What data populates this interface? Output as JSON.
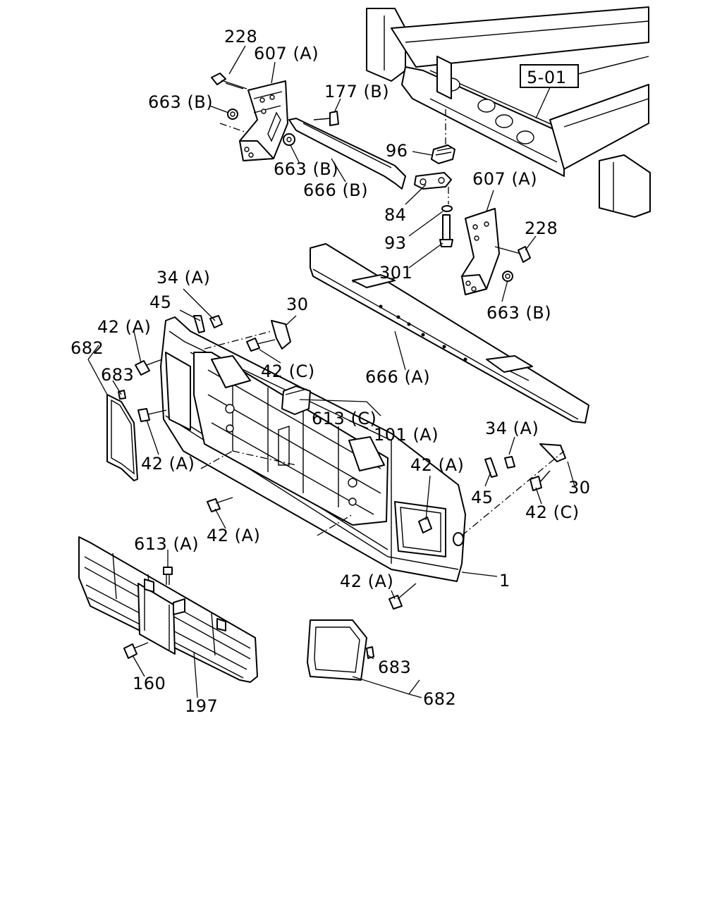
{
  "reference": "5-01",
  "labels": {
    "p228_top": "228",
    "p607a_top": "607 (A)",
    "p663b_left": "663 (B)",
    "p177b": "177 (B)",
    "p96": "96",
    "p663b_mid": "663 (B)",
    "p666b": "666 (B)",
    "p84": "84",
    "p607a_right": "607 (A)",
    "p228_right": "228",
    "p93": "93",
    "p301": "301",
    "p663b_right": "663 (B)",
    "p34a_left": "34 (A)",
    "p45_left": "45",
    "p30_left": "30",
    "p42a_left_top": "42 (A)",
    "p682_left": "682",
    "p683_left": "683",
    "p42c_left": "42 (C)",
    "p666a": "666 (A)",
    "p613c": "613 (C)",
    "p101a": "101 (A)",
    "p42a_left_mid": "42 (A)",
    "p34a_right": "34 (A)",
    "p42a_right": "42 (A)",
    "p45_right": "45",
    "p30_right": "30",
    "p42c_right": "42 (C)",
    "p42a_center": "42 (A)",
    "p1": "1",
    "p613a": "613 (A)",
    "p42a_bottom": "42 (A)",
    "p683_right": "683",
    "p682_right": "682",
    "p160": "160",
    "p197": "197"
  }
}
